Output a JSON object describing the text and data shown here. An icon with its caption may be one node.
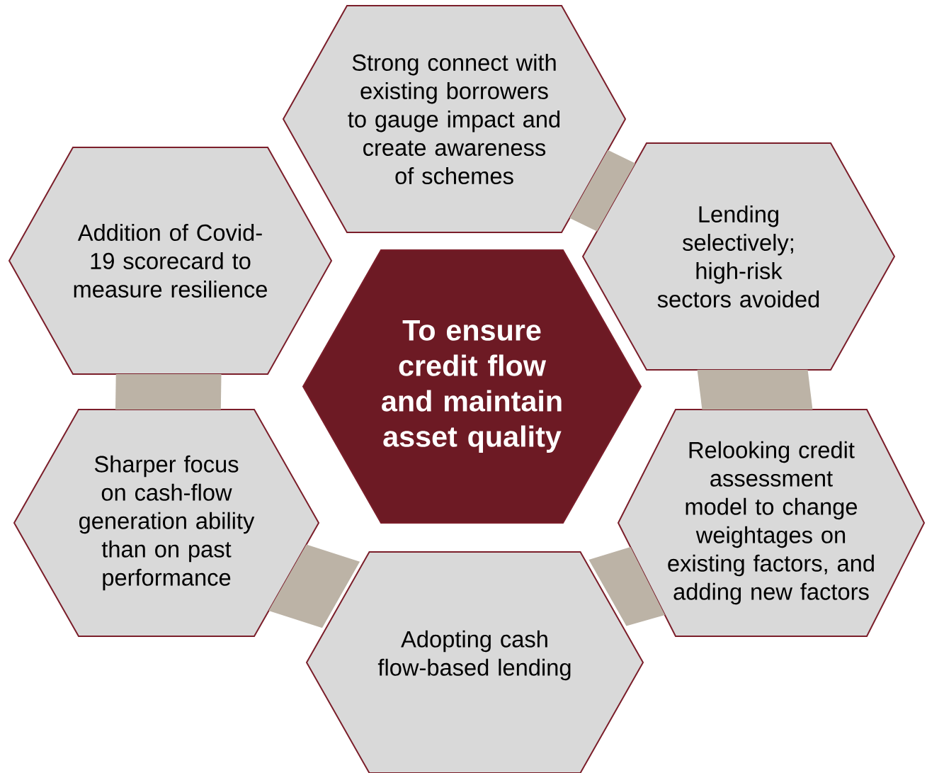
{
  "diagram": {
    "nodes": [
      {
        "text": [
          "To ensure credit flow and maintain asset quality"
        ]
      },
      {
        "text": [
          "Strong connect with existing borrowers to gauge impact and create awareness of schemes"
        ]
      },
      {
        "text": [
          "Lending selectively; high-risk sectors avoided"
        ]
      },
      {
        "text": [
          "Relooking credit assessment model to change weightages on existing factors, and adding new factors"
        ]
      },
      {
        "text": [
          "Adopting cash flow-based lending"
        ]
      },
      {
        "text": [
          "Sharper focus on cash-flow generation ability than on past performance"
        ]
      },
      {
        "text": [
          "Addition of Covid-19 scorecard to measure resilience"
        ]
      }
    ],
    "edges": [
      {
        "from": 1,
        "to": 2,
        "arrow": "none"
      },
      {
        "from": 2,
        "to": 3,
        "arrow": "none"
      },
      {
        "from": 3,
        "to": 4,
        "arrow": "none"
      },
      {
        "from": 4,
        "to": 5,
        "arrow": "none"
      },
      {
        "from": 5,
        "to": 6,
        "arrow": "none"
      }
    ]
  }
}
